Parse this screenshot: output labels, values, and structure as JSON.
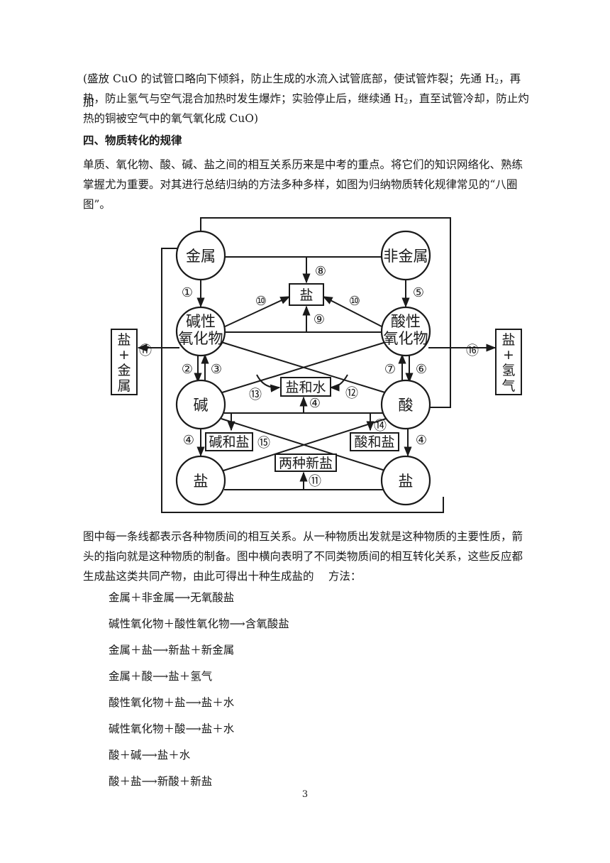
{
  "intro_para": {
    "l1a": "(盛放 CuO 的试管口略向下倾斜，防止生成的水流入试管底部，使试管炸裂；先通 H",
    "l1sub": "2",
    "l1b": "，再加",
    "l2a": "热，防止氢气与空气混合加热时发生爆炸；实验停止后，继续通 H",
    "l2sub": "2",
    "l2b": "，直至试管冷却，防止灼",
    "l3": "热的铜被空气中的氧气氧化成 CuO)"
  },
  "section_title": "四、物质转化的规律",
  "para1": {
    "l1": "单质、氧化物、酸、碱、盐之间的相互关系历来是中考的重点。将它们的知识网络化、熟练",
    "l2": "掌握尤为重要。对其进行总结归纳的方法多种多样，如图为归纳物质转化规律常见的“八圈",
    "l3": "图”。"
  },
  "diagram": {
    "metal": "金属",
    "nonmetal": "非金属",
    "basic_oxide": [
      "碱性",
      "氧化物"
    ],
    "acidic_oxide": [
      "酸性",
      "氧化物"
    ],
    "base": "碱",
    "acid": "酸",
    "salt_left": "盐",
    "salt_right": "盐",
    "box_salt": "盐",
    "box_salt_water": "盐和水",
    "box_base_salt": "碱和盐",
    "box_acid_salt": "酸和盐",
    "box_two_salts": "两种新盐",
    "box_left": [
      "盐",
      "+",
      "金",
      "属"
    ],
    "box_right": [
      "盐",
      "+",
      "氢",
      "气"
    ],
    "nums": {
      "n1": "①",
      "n2": "②",
      "n3": "③",
      "n4a": "④",
      "n4b": "④",
      "n4c": "④",
      "n5": "⑤",
      "n6": "⑥",
      "n7": "⑦",
      "n8": "⑧",
      "n9": "⑨",
      "n10a": "⑩",
      "n10b": "⑩",
      "n11": "⑪",
      "n12": "⑫",
      "n13": "⑬",
      "n14": "⑭",
      "n15": "⑮",
      "n16": "⑯",
      "n17": "⑰"
    }
  },
  "para2": {
    "l1": "图中每一条线都表示各种物质间的相互关系。从一种物质出发就是这种物质的主要性质，箭",
    "l2": "头的指向就是这种物质的制备。图中横向表明了不同类物质间的相互转化关系，这些反应都",
    "l3": "生成盐这类共同产物，由此可得出十种生成盐的　 方法："
  },
  "methods": [
    "金属＋非金属⟶无氧酸盐",
    "碱性氧化物＋酸性氧化物⟶含氧酸盐",
    "金属＋盐⟶新盐＋新金属",
    "金属＋酸⟶盐＋氢气",
    "酸性氧化物＋盐⟶盐＋水",
    "碱性氧化物＋酸⟶盐＋水",
    "酸＋碱⟶盐＋水",
    "酸＋盐⟶新酸＋新盐"
  ],
  "page_number": "3"
}
